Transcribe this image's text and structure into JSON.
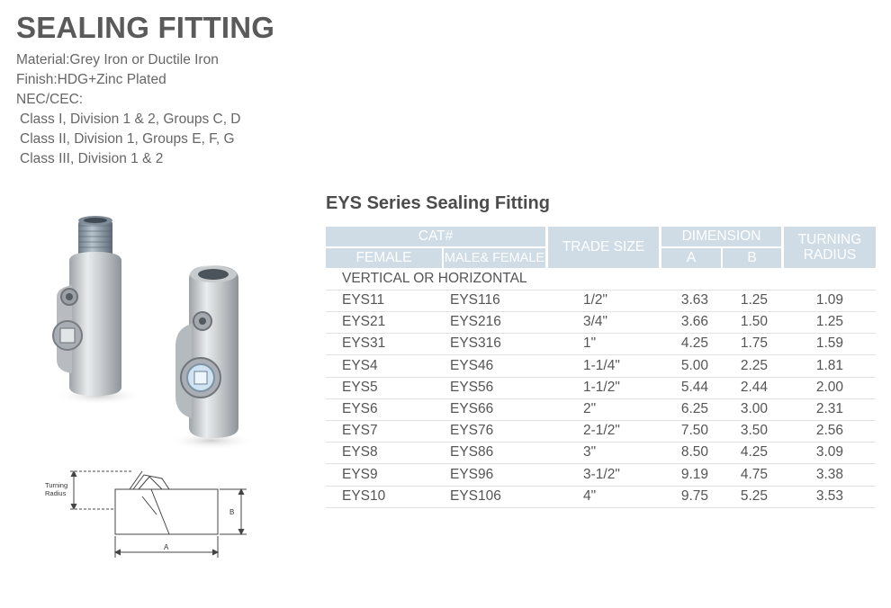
{
  "page": {
    "title": "SEALING FITTING",
    "specs": [
      "Material:Grey Iron or Ductile Iron",
      "Finish:HDG+Zinc Plated",
      "NEC/CEC:",
      "Class I, Division 1 & 2, Groups C, D",
      "Class II, Division 1, Groups E, F, G",
      "Class III, Division 1 & 2"
    ]
  },
  "table": {
    "title": "EYS Series Sealing Fitting",
    "headers": {
      "cat": "CAT#",
      "female": "FEMALE",
      "male_female": "MALE& FEMALE",
      "trade_size": "TRADE SIZE",
      "dimension": "DIMENSION",
      "a": "A",
      "b": "B",
      "turning_line1": "TURNING",
      "turning_line2": "RADIUS"
    },
    "section_label": "VERTICAL OR HORIZONTAL",
    "rows": [
      [
        "EYS11",
        "EYS116",
        "1/2\"",
        "3.63",
        "1.25",
        "1.09"
      ],
      [
        "EYS21",
        "EYS216",
        "3/4\"",
        "3.66",
        "1.50",
        "1.25"
      ],
      [
        "EYS31",
        "EYS316",
        "1\"",
        "4.25",
        "1.75",
        "1.59"
      ],
      [
        "EYS4",
        "EYS46",
        "1-1/4\"",
        "5.00",
        "2.25",
        "1.81"
      ],
      [
        "EYS5",
        "EYS56",
        "1-1/2\"",
        "5.44",
        "2.44",
        "2.00"
      ],
      [
        "EYS6",
        "EYS66",
        "2\"",
        "6.25",
        "3.00",
        "2.31"
      ],
      [
        "EYS7",
        "EYS76",
        "2-1/2\"",
        "7.50",
        "3.50",
        "2.56"
      ],
      [
        "EYS8",
        "EYS86",
        "3\"",
        "8.50",
        "4.25",
        "3.09"
      ],
      [
        "EYS9",
        "EYS96",
        "3-1/2\"",
        "9.19",
        "4.75",
        "3.38"
      ],
      [
        "EYS10",
        "EYS106",
        "4\"",
        "9.75",
        "5.25",
        "3.53"
      ]
    ]
  },
  "diagram": {
    "turning_label_1": "Turning",
    "turning_label_2": "Radius",
    "dim_a": "A",
    "dim_b": "B"
  },
  "colors": {
    "header_bg": "#cfdce6",
    "title_text": "#5a5a5a"
  }
}
